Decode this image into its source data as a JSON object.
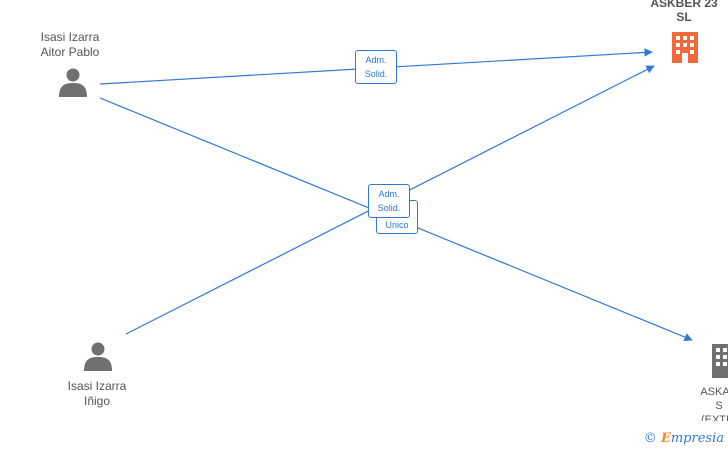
{
  "nodes": {
    "person_aitor": {
      "line1": "Isasi Izarra",
      "line2": "Aitor Pablo"
    },
    "person_inigo": {
      "line1": "Isasi Izarra",
      "line2": "Iñigo"
    },
    "company_askber": {
      "line1": "ASKBER 23",
      "line2": "SL"
    },
    "company_askar": {
      "line1": "ASKAR",
      "line2": "S",
      "line3": "(EXTIN"
    }
  },
  "relations": {
    "aitor_askber": {
      "line1": "Adm.",
      "line2": "Solid."
    },
    "aitor_askar": {
      "line1": "Adm.",
      "line2": "Solid."
    },
    "inigo_askber": {
      "label": "Unico"
    }
  },
  "colors": {
    "edge": "#2f78d6",
    "person_icon": "#707070",
    "company_main": "#f26a3a",
    "company_other": "#707070"
  },
  "footer": {
    "copyright": "©",
    "brand_initial": "E",
    "brand_rest": "mpresia"
  }
}
